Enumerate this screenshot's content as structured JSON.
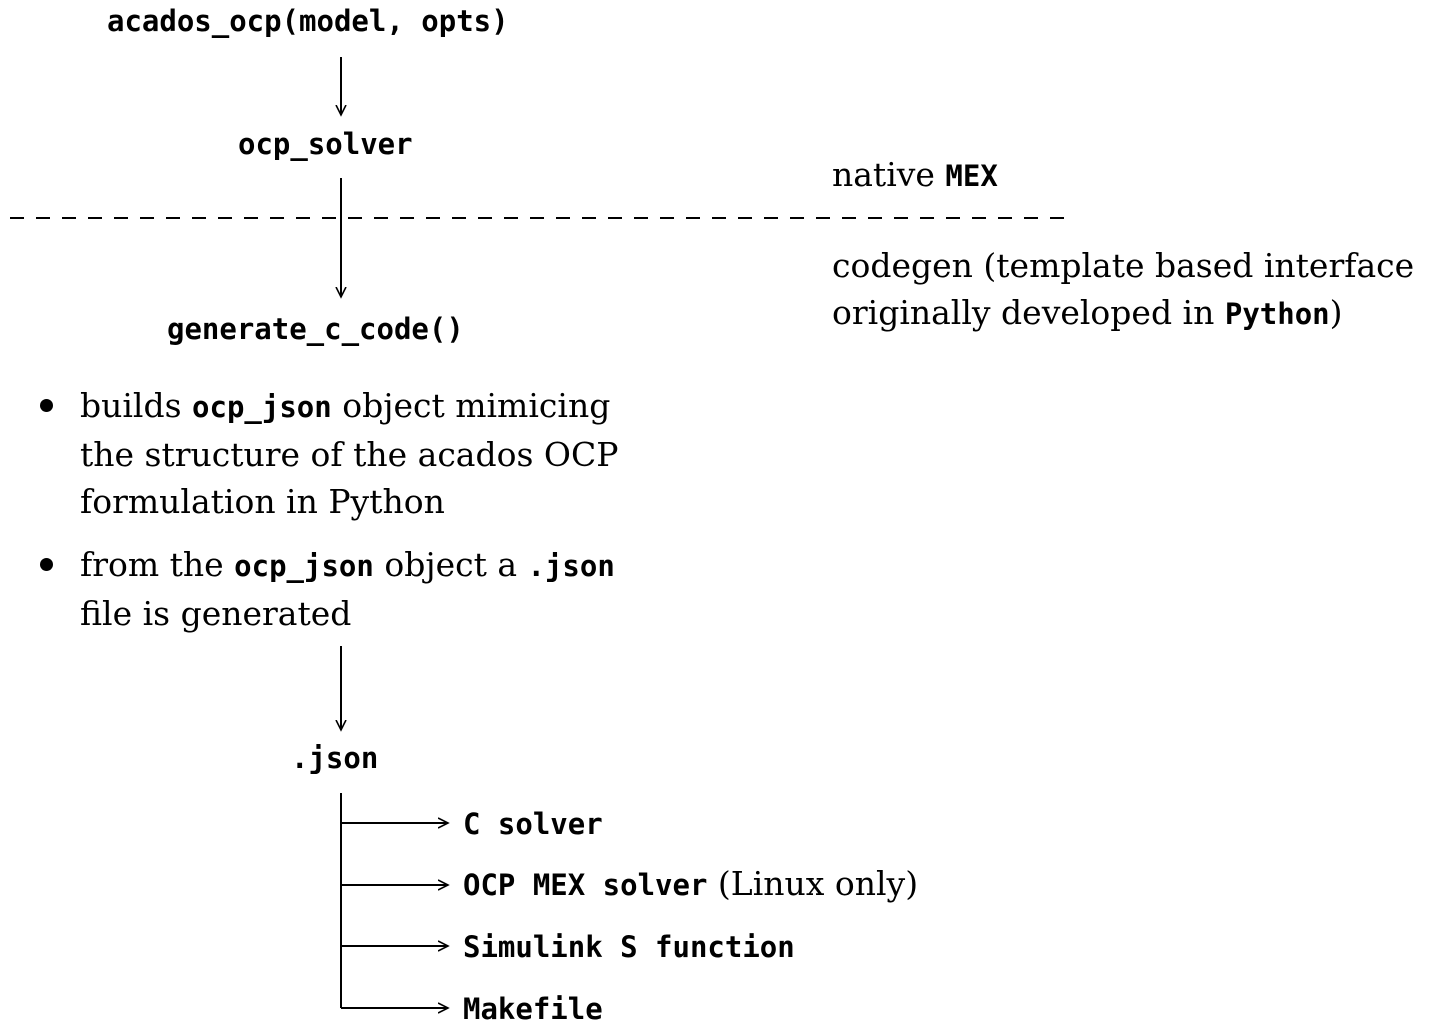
{
  "nodes": {
    "acados_ocp": "acados_ocp(model, opts)",
    "ocp_solver": "ocp_solver",
    "generate_c_code": "generate_c_code()",
    "json_file": ".json"
  },
  "regions": {
    "native": {
      "text": "native ",
      "code": "MEX"
    },
    "codegen": {
      "line1": "codegen (template based interface",
      "line2_text": "originally developed in ",
      "line2_code": "Python",
      "line2_end": ")"
    }
  },
  "bullets": [
    {
      "l1_a": "builds ",
      "l1_code": "ocp_json",
      "l1_b": " object mimicing",
      "l2": "the structure of the acados OCP",
      "l3": "formulation in Python"
    },
    {
      "l1_a": "from the ",
      "l1_code": "ocp_json",
      "l1_b": " object a ",
      "l1_code2": ".json",
      "l2": "file is generated"
    }
  ],
  "outputs": [
    {
      "code": "C solver",
      "note": ""
    },
    {
      "code": "OCP MEX solver",
      "note": " (Linux only)"
    },
    {
      "code": "Simulink S function",
      "note": ""
    },
    {
      "code": "Makefile",
      "note": ""
    }
  ]
}
